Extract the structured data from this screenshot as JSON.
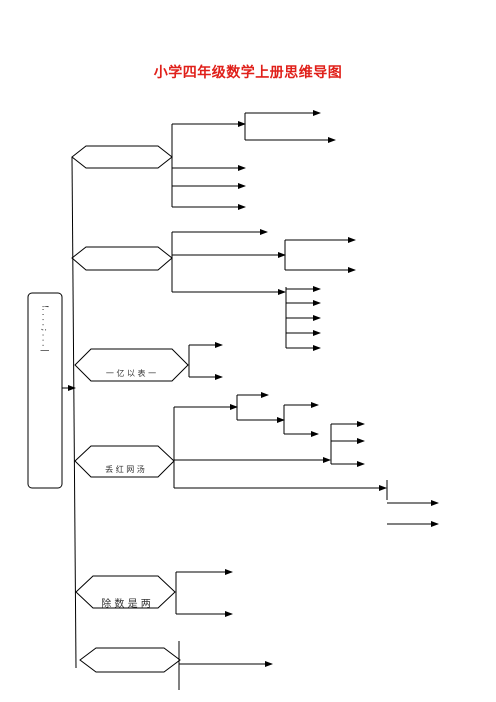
{
  "title": "小学四年级数学上册思维导图",
  "root": {
    "label": "!. . . . ; . . . |"
  },
  "nodes": [
    {
      "id": "n1",
      "label": ""
    },
    {
      "id": "n2",
      "label": ""
    },
    {
      "id": "n3",
      "label": "一 亿 以 表 一"
    },
    {
      "id": "n4",
      "label": "丢 红 网 汤"
    },
    {
      "id": "n5",
      "label": "除 数 是 两"
    },
    {
      "id": "n6",
      "label": ""
    }
  ],
  "colors": {
    "title": "#e0201a",
    "line": "#000000"
  }
}
